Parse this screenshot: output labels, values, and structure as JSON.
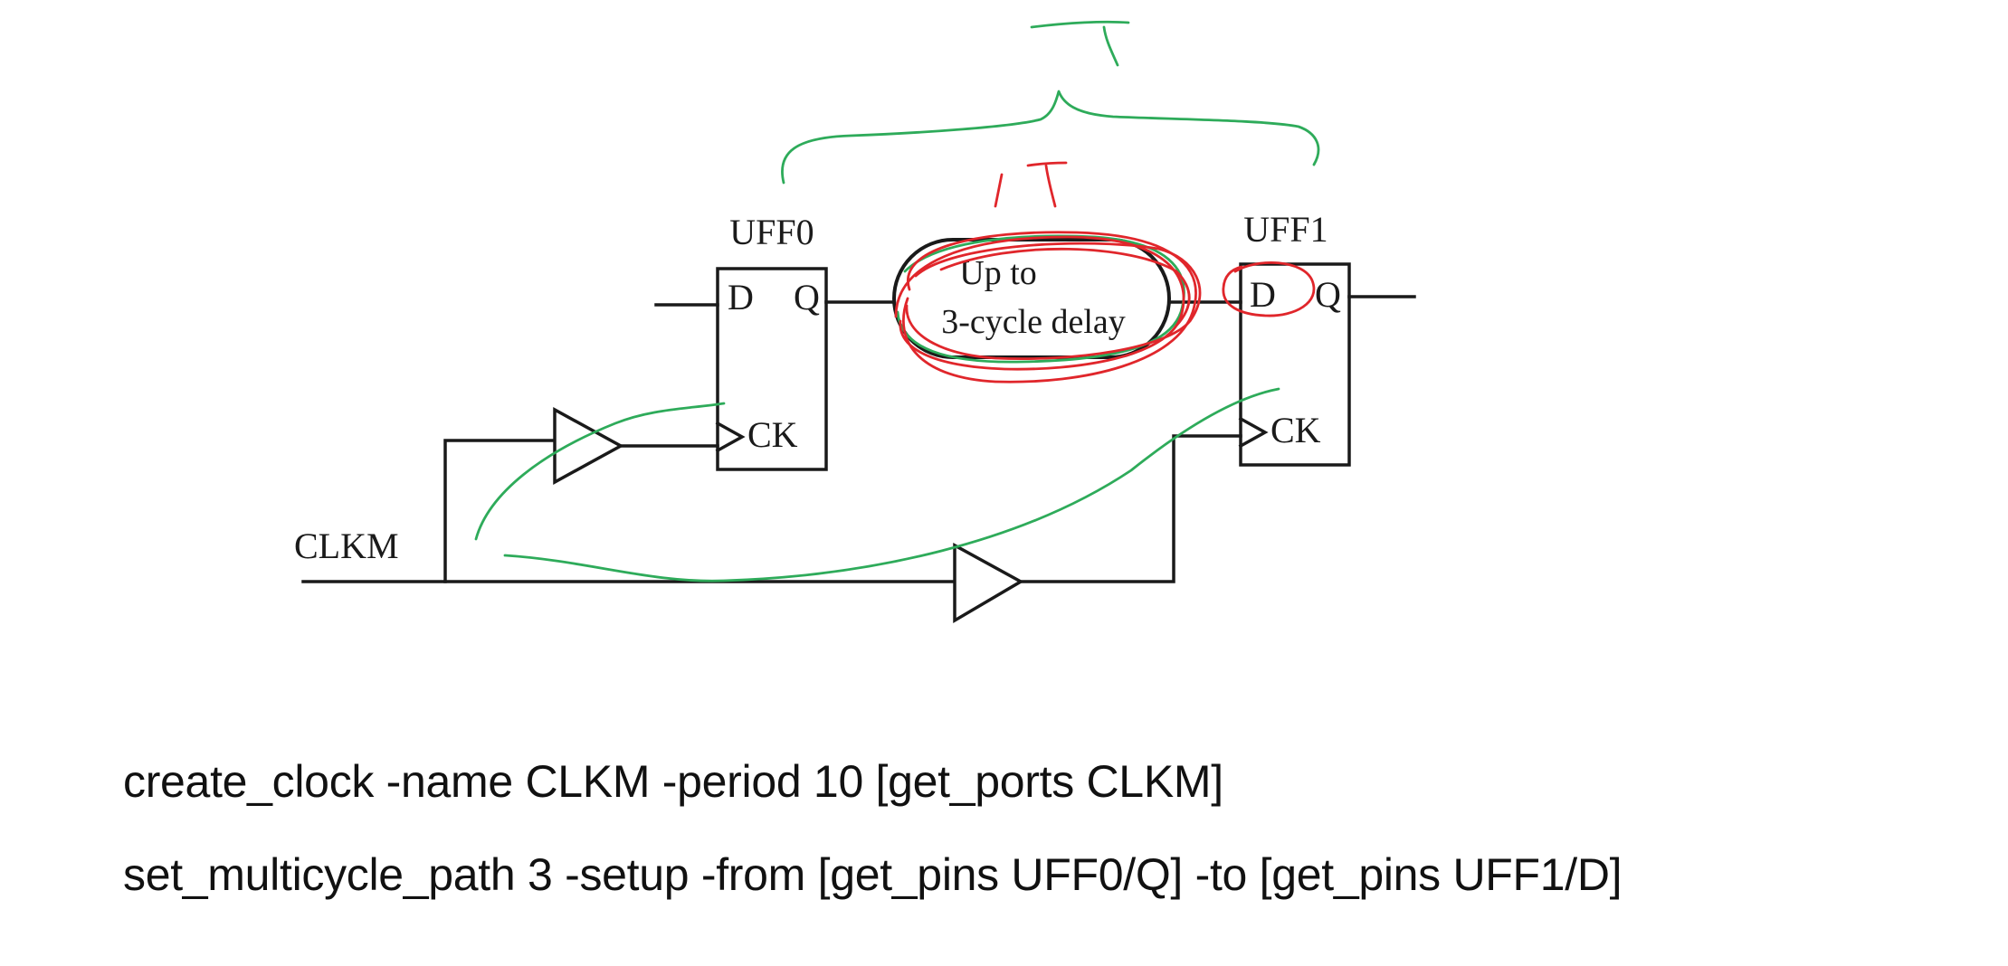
{
  "diagram": {
    "ff0": {
      "name": "UFF0",
      "pin_d": "D",
      "pin_q": "Q",
      "pin_ck": "CK"
    },
    "ff1": {
      "name": "UFF1",
      "pin_d": "D",
      "pin_q": "Q",
      "pin_ck": "CK"
    },
    "delay_block": {
      "line1": "Up to",
      "line2": "3-cycle delay"
    },
    "clock_port": "CLKM"
  },
  "annotations": {
    "green_brace_label": "T",
    "red_label": "1T",
    "colors": {
      "green": "#2eab5a",
      "red": "#e0262b",
      "ink": "#1a1a1a"
    }
  },
  "commands": [
    "create_clock -name CLKM -period 10 [get_ports CLKM]",
    "set_multicycle_path 3 -setup -from [get_pins UFF0/Q] -to [get_pins UFF1/D]"
  ]
}
